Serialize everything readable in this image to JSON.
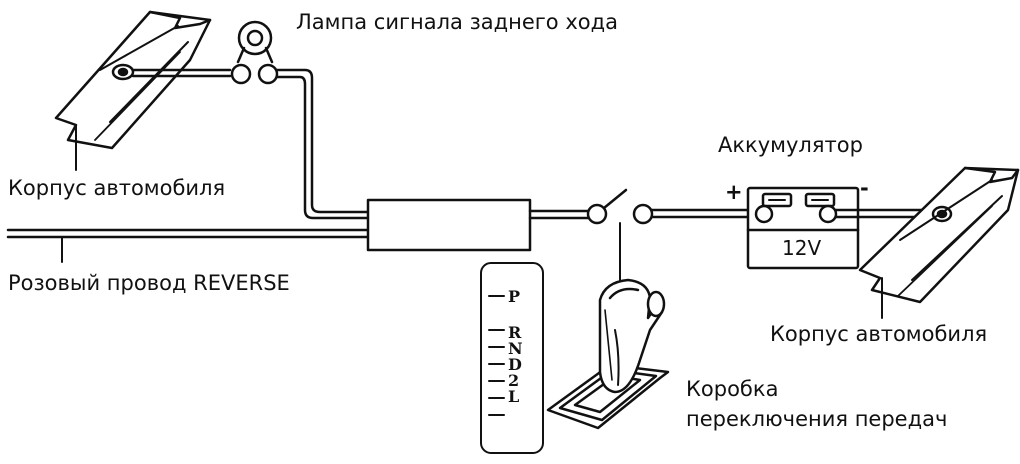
{
  "labels": {
    "lamp": "Лампа сигнала заднего хода",
    "car_body_left": "Корпус автомобиля",
    "pink_wire": "Розовый провод REVERSE",
    "battery": "Аккумулятор",
    "battery_plus": "+",
    "battery_minus": "-",
    "battery_voltage": "12V",
    "car_body_right": "Корпус автомобиля",
    "gearbox_line1": "Коробка",
    "gearbox_line2": "переключения передач"
  },
  "gear_positions": [
    "P",
    "R",
    "N",
    "D",
    "2",
    "L"
  ]
}
